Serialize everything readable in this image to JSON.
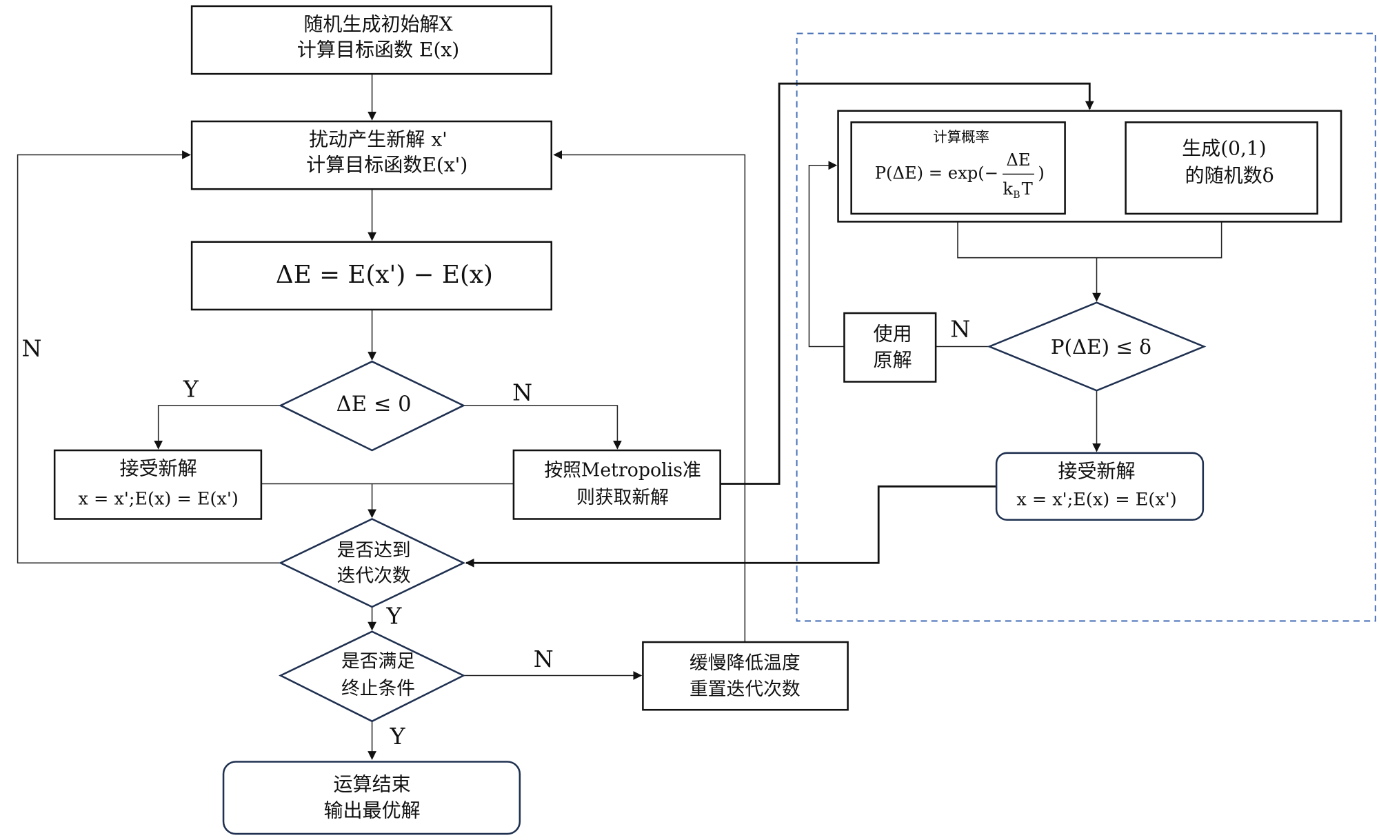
{
  "nodes": {
    "init": {
      "line1": "随机生成初始解X",
      "line2": "计算目标函数 E(x)"
    },
    "perturb": {
      "line1": "扰动产生新解 x'",
      "line2": "计算目标函数E(x')"
    },
    "delta": {
      "text": "ΔE = E(x') − E(x)"
    },
    "cond_delta": {
      "text": "ΔE ≤ 0"
    },
    "accept": {
      "line1": "接受新解",
      "line2": "x = x';E(x) = E(x')"
    },
    "metropolis": {
      "line1": "按照Metropolis准",
      "line2": "则获取新解"
    },
    "cond_iter": {
      "line1": "是否达到",
      "line2": "迭代次数"
    },
    "cond_stop": {
      "line1": "是否满足",
      "line2": "终止条件"
    },
    "cool": {
      "line1": "缓慢降低温度",
      "line2": "重置迭代次数"
    },
    "end": {
      "line1": "运算结束",
      "line2": "输出最优解"
    },
    "prob": {
      "title": "计算概率",
      "formula_left": "P(ΔE) = exp(−",
      "numerator": "ΔE",
      "denominator": "k",
      "denominator_sub": "B",
      "denominator_tail": "T",
      "close": ")"
    },
    "rand": {
      "line1": "生成(0,1)",
      "line2": "的随机数δ"
    },
    "cond_p": {
      "text": "P(ΔE) ≤ δ"
    },
    "keep": {
      "line1": "使用",
      "line2": "原解"
    },
    "accept2": {
      "line1": "接受新解",
      "line2": "x = x';E(x) = E(x')"
    }
  },
  "labels": {
    "y_delta": "Y",
    "n_delta": "N",
    "n_iter": "N",
    "y_iter": "Y",
    "n_stop": "N",
    "y_stop": "Y",
    "n_p": "N"
  },
  "colors": {
    "diamond_stroke": "#1f3050",
    "dashed_region": "#4a72b8"
  }
}
